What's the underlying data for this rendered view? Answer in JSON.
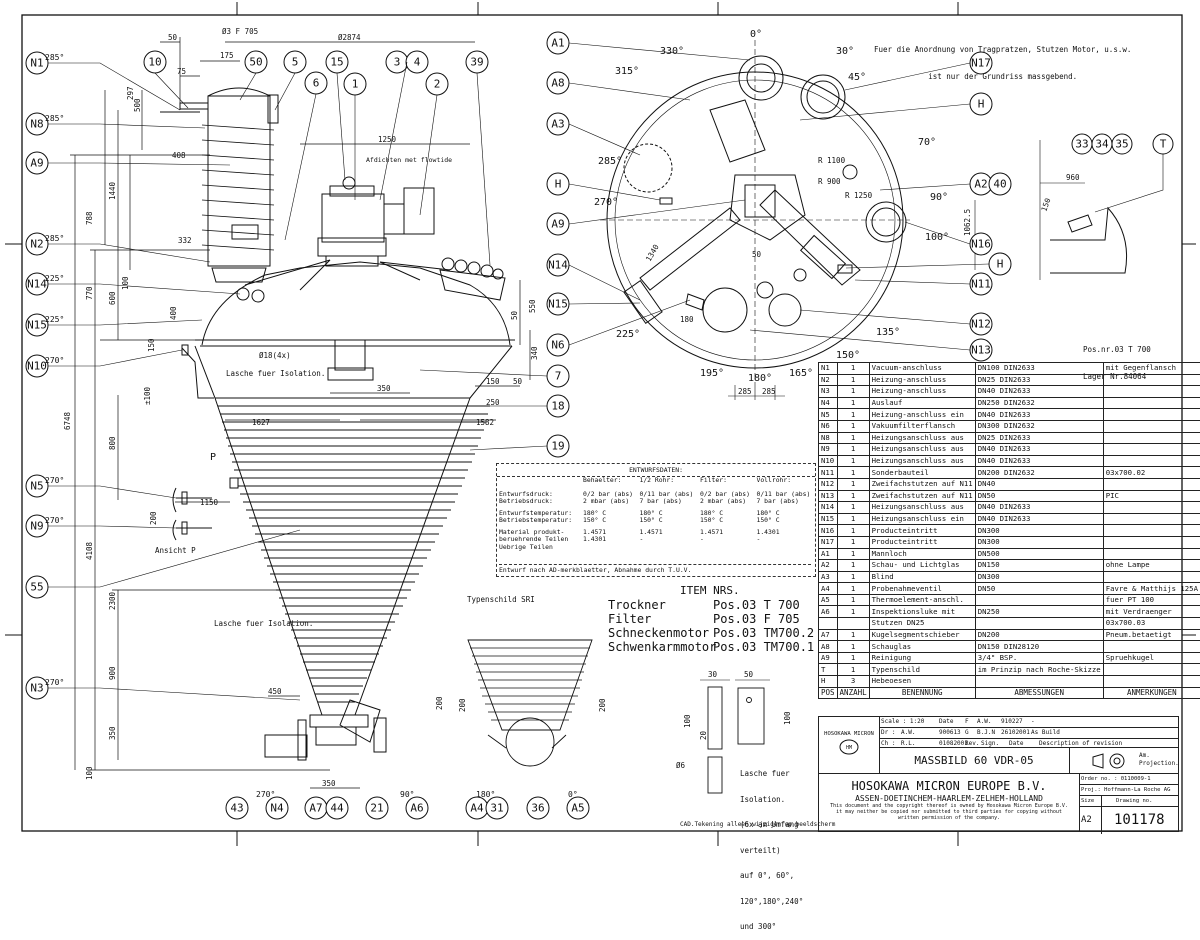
{
  "header_note": [
    "Fuer die Anordnung von Tragpratzen, Stutzen Motor, u.s.w.",
    "ist nur der Grundriss massgebend."
  ],
  "pos_note": [
    "Pos.nr.03 T 700",
    "Lager Nr.84064"
  ],
  "left_view": {
    "nozzle_bubbles": [
      {
        "id": "N1",
        "angle": "285°"
      },
      {
        "id": "N8",
        "angle": "285°"
      },
      {
        "id": "A9",
        "angle": ""
      },
      {
        "id": "N2",
        "angle": "285°"
      },
      {
        "id": "N14",
        "angle": "225°"
      },
      {
        "id": "N15",
        "angle": "225°"
      },
      {
        "id": "N10",
        "angle": "270°"
      },
      {
        "id": "N5",
        "angle": "270°"
      },
      {
        "id": "N9",
        "angle": "270°"
      },
      {
        "id": "55",
        "angle": ""
      },
      {
        "id": "N3",
        "angle": "270°"
      }
    ],
    "top_bubbles": [
      "10",
      "50",
      "5",
      "6",
      "15",
      "3",
      "4",
      "1",
      "2",
      "39"
    ],
    "right_bubbles": [
      "7",
      "18",
      "19"
    ],
    "bottom_bubbles": [
      "43",
      "N4",
      "A7",
      "44",
      "21",
      "A6"
    ],
    "bottom_angles": [
      "270°",
      "90°"
    ],
    "dims_top": [
      "50",
      "Ø3 F 705",
      "Ø2874",
      "175",
      "75",
      "1250",
      "408",
      "332"
    ],
    "dims_vertical": [
      "6748",
      "4108",
      "2300",
      "1440",
      "788",
      "770",
      "600",
      "100",
      "400",
      "500",
      "297",
      "150",
      "±100",
      "800",
      "900",
      "350",
      "100",
      "200"
    ],
    "dims_misc": [
      "1627",
      "1582",
      "350",
      "250",
      "150",
      "50",
      "1150",
      "200",
      "450",
      "350",
      "550",
      "340",
      "50",
      "Ø18(4x)",
      "P"
    ],
    "labels": [
      "Afdichten met flowtide",
      "Lasche fuer Isolation.",
      "Lasche fuer Isolation.",
      "Ansicht P",
      "Typenschild SRI"
    ]
  },
  "plan_view": {
    "angles": [
      "0°",
      "30°",
      "45°",
      "70°",
      "90°",
      "100°",
      "135°",
      "150°",
      "165°",
      "180°",
      "195°",
      "225°",
      "270°",
      "285°",
      "315°",
      "330°"
    ],
    "left_bubbles": [
      "A1",
      "A8",
      "A3",
      "H",
      "A9",
      "N14",
      "N15",
      "N6"
    ],
    "right_bubbles": [
      "N17",
      "H",
      "A2",
      "40",
      "N16",
      "H",
      "N11",
      "N12",
      "N13"
    ],
    "dims": [
      "R 1100",
      "R 900",
      "R 1250",
      "1062.5",
      "1340",
      "180",
      "50",
      "285",
      "285"
    ]
  },
  "detail_view": {
    "bubbles": [
      "33",
      "34",
      "35",
      "T"
    ],
    "dims": [
      "960",
      "150"
    ]
  },
  "sub_detail": {
    "bubbles": [
      "A4",
      "31",
      "36",
      "A5"
    ],
    "angles": [
      "180°",
      "0°"
    ],
    "dims": [
      "200",
      "200",
      "30",
      "50",
      "100",
      "20",
      "Ø6",
      "100"
    ],
    "labels": [
      "Lasche fuer",
      "Isolation.",
      "(6x am Umfang",
      "verteilt)",
      "auf 0°, 60°,",
      "120°,180°,240°",
      "und 300°"
    ]
  },
  "entwurf": {
    "title": "ENTWURFSDATEN:",
    "col_headers": [
      "Behaelter:",
      "1/2 Rohr:",
      "Filter:",
      "Vollrohr:"
    ],
    "rows": [
      {
        "label": [
          "Entwurfsdruck:",
          "Betriebsdruck:"
        ],
        "vals": [
          [
            "0/2 bar (abs)",
            "2  mbar (abs)"
          ],
          [
            "0/11 bar (abs)",
            "7  bar (abs)"
          ],
          [
            "0/2 bar (abs)",
            "2  mbar (abs)"
          ],
          [
            "0/11 bar (abs)",
            "7  bar (abs)"
          ]
        ]
      },
      {
        "label": [
          "Entwurfstemperatur:",
          "Betriebstemperatur:"
        ],
        "vals": [
          [
            "180° C",
            "150° C"
          ],
          [
            "180° C",
            "150° C"
          ],
          [
            "180° C",
            "150° C"
          ],
          [
            "180° C",
            "150° C"
          ]
        ]
      },
      {
        "label": [
          "Material produkt-",
          "beruehrende Teilen",
          "Uebrige Teilen"
        ],
        "vals": [
          [
            "",
            "1.4571",
            "1.4301"
          ],
          [
            "",
            "1.4571",
            "-"
          ],
          [
            "",
            "1.4571",
            "-"
          ],
          [
            "",
            "1.4301",
            "-"
          ]
        ]
      }
    ],
    "footer": "Entwurf nach AD-merkblaetter, Abnahme durch T.U.V."
  },
  "item_nrs": {
    "title": "ITEM NRS.",
    "rows": [
      {
        "name": "Trockner",
        "pos": "Pos.03 T  700"
      },
      {
        "name": "Filter",
        "pos": "Pos.03 F  705"
      },
      {
        "name": "Schneckenmotor",
        "pos": "Pos.03 TM700.2"
      },
      {
        "name": "Schwenkarmmotor",
        "pos": "Pos.03 TM700.1"
      }
    ]
  },
  "parts_list": {
    "rows": [
      [
        "N1",
        "1",
        "Vacuum-anschluss",
        "DN100 DIN2633",
        "mit Gegenflansch"
      ],
      [
        "N2",
        "1",
        "Heizung-anschluss",
        "DN25  DIN2633",
        ""
      ],
      [
        "N3",
        "1",
        "Heizung-anschluss",
        "DN40  DIN2633",
        ""
      ],
      [
        "N4",
        "1",
        "Auslauf",
        "DN250 DIN2632",
        ""
      ],
      [
        "N5",
        "1",
        "Heizung-anschluss ein",
        "DN40  DIN2633",
        ""
      ],
      [
        "N6",
        "1",
        "Vakuumfilterflansch",
        "DN300 DIN2632",
        ""
      ],
      [
        "N8",
        "1",
        "Heizungsanschluss aus",
        "DN25  DIN2633",
        ""
      ],
      [
        "N9",
        "1",
        "Heizungsanschluss aus",
        "DN40  DIN2633",
        ""
      ],
      [
        "N10",
        "1",
        "Heizungsanschluss aus",
        "DN40  DIN2633",
        ""
      ],
      [
        "N11",
        "1",
        "Sonderbauteil",
        "DN200 DIN2632",
        "03x700.02"
      ],
      [
        "N12",
        "1",
        "Zweifachstutzen auf N11",
        "DN40",
        ""
      ],
      [
        "N13",
        "1",
        "Zweifachstutzen auf N11",
        "DN50",
        "PIC"
      ],
      [
        "N14",
        "1",
        "Heizungsanschluss aus",
        "DN40  DIN2633",
        ""
      ],
      [
        "N15",
        "1",
        "Heizungsanschluss ein",
        "DN40  DIN2633",
        ""
      ],
      [
        "N16",
        "1",
        "Producteintritt",
        "DN300",
        ""
      ],
      [
        "N17",
        "1",
        "Producteintritt",
        "DN300",
        ""
      ],
      [
        "A1",
        "1",
        "Mannloch",
        "DN500",
        ""
      ],
      [
        "A2",
        "1",
        "Schau- und Lichtglas",
        "DN150",
        "ohne Lampe"
      ],
      [
        "A3",
        "1",
        "Blind",
        "DN300",
        ""
      ],
      [
        "A4",
        "1",
        "Probenahmeventil",
        "DN50",
        "Favre & Matthijs 125A"
      ],
      [
        "A5",
        "1",
        "Thermoelement-anschl.",
        "",
        "fuer PT 100"
      ],
      [
        "A6",
        "1",
        "Inspektionsluke mit",
        "DN250",
        "mit Verdraenger"
      ],
      [
        "",
        "",
        "Stutzen DN25",
        "",
        "03x700.03"
      ],
      [
        "A7",
        "1",
        "Kugelsegmentschieber",
        "DN200",
        "Pneum.betaetigt"
      ],
      [
        "A8",
        "1",
        "Schauglas",
        "DN150 DIN28120",
        ""
      ],
      [
        "A9",
        "1",
        "Reinigung",
        "3/4\" BSP.",
        "Spruehkugel"
      ],
      [
        "T",
        "1",
        "Typenschild",
        "im Prinzip nach Roche-Skizze",
        ""
      ],
      [
        "H",
        "3",
        "Hebeoesen",
        "",
        ""
      ]
    ],
    "header": [
      "POS",
      "ANZAHL",
      "BENENNUNG",
      "ABMESSUNGEN",
      "ANMERKUNGEN"
    ]
  },
  "title_block": {
    "scale": "Scale : 1:20",
    "date_label": "Date",
    "f": "F",
    "aw_label": "A.W.",
    "aw_val": "910227",
    "dash": "-",
    "dr": "Dr :",
    "dr_name": "A.W.",
    "dr_date": "900613",
    "g": "G",
    "bjn": "B.J.N",
    "bjn_date": "26102001",
    "as_build": "As Build",
    "ch": "Ch :",
    "ch_name": "R.L.",
    "ch_date": "01082001",
    "rev": "Rev.",
    "sign": "Sign.",
    "date2": "Date",
    "desc_rev": "Description of revision",
    "logo_text": "HOSOKAWA MICRON",
    "drawing_title": "MASSBILD 60 VDR-05",
    "company": "HOSOKAWA MICRON EUROPE B.V.",
    "cities": "ASSEN-DOETINCHEM-HAARLEM-ZELHEM-HOLLAND",
    "copyright": [
      "This document and the copyright thereof is owned by Hosokawa Micron Europe B.V.",
      "it may neither be copied nor submitted to third parties for copying without",
      "written permission of the company."
    ],
    "projection": [
      "Am.",
      "Projection."
    ],
    "order_no": "Order no. : 0110009-1",
    "proj": "Proj.:  Hoffmann-La Roche AG",
    "size_label": "Size",
    "drawing_no_label": "Drawing no.",
    "size": "A2",
    "drawing_no": "101178"
  },
  "cad_note": "CAD.Tekening alleen wijzigen op beeldscherm"
}
